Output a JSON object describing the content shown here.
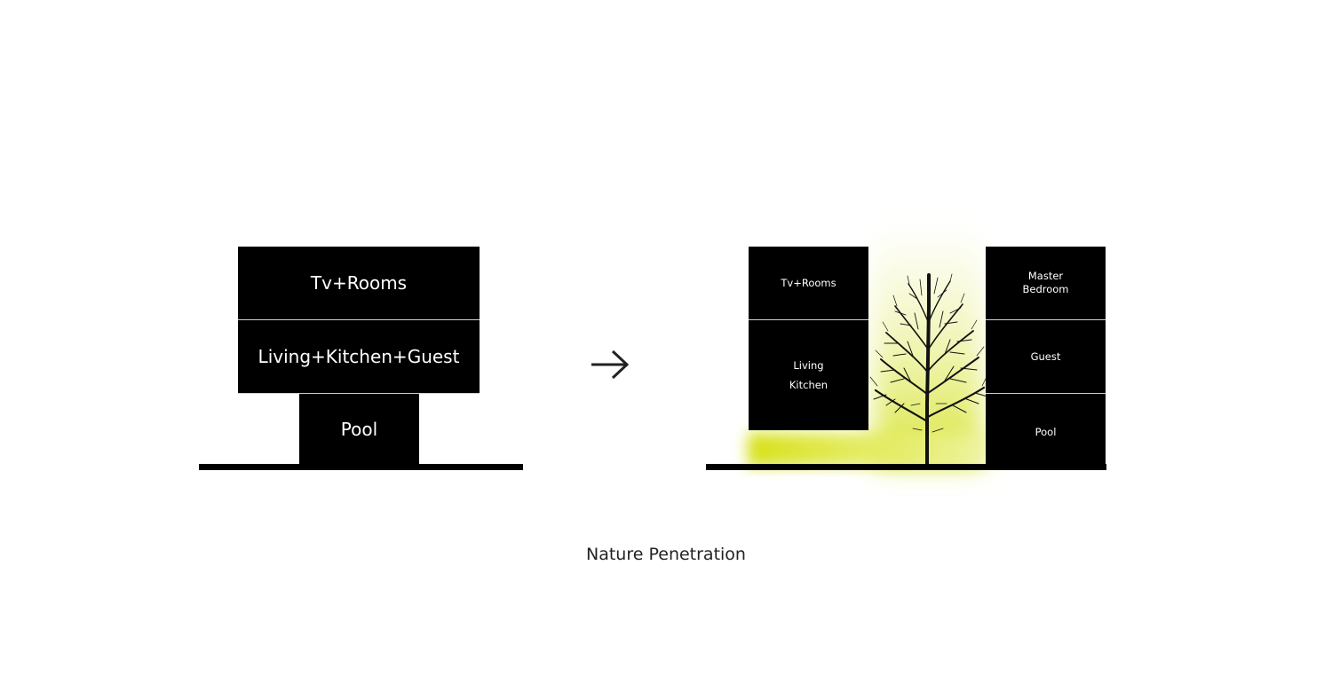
{
  "left_diagram": {
    "top_block": "Tv+Rooms",
    "middle_block": "Living+Kitchen+Guest",
    "bottom_block": "Pool"
  },
  "right_diagram": {
    "left_top": "Tv+Rooms",
    "left_bottom_line1": "Living",
    "left_bottom_line2": "Kitchen",
    "right_top_line1": "Master",
    "right_top_line2": "Bedroom",
    "right_middle": "Guest",
    "right_bottom": "Pool"
  },
  "caption": "Nature Penetration",
  "colors": {
    "block": "#000000",
    "glow": "#d7e21a",
    "background": "#ffffff"
  },
  "icons": {
    "arrow": "arrow-right-icon",
    "tree": "tree-icon"
  }
}
